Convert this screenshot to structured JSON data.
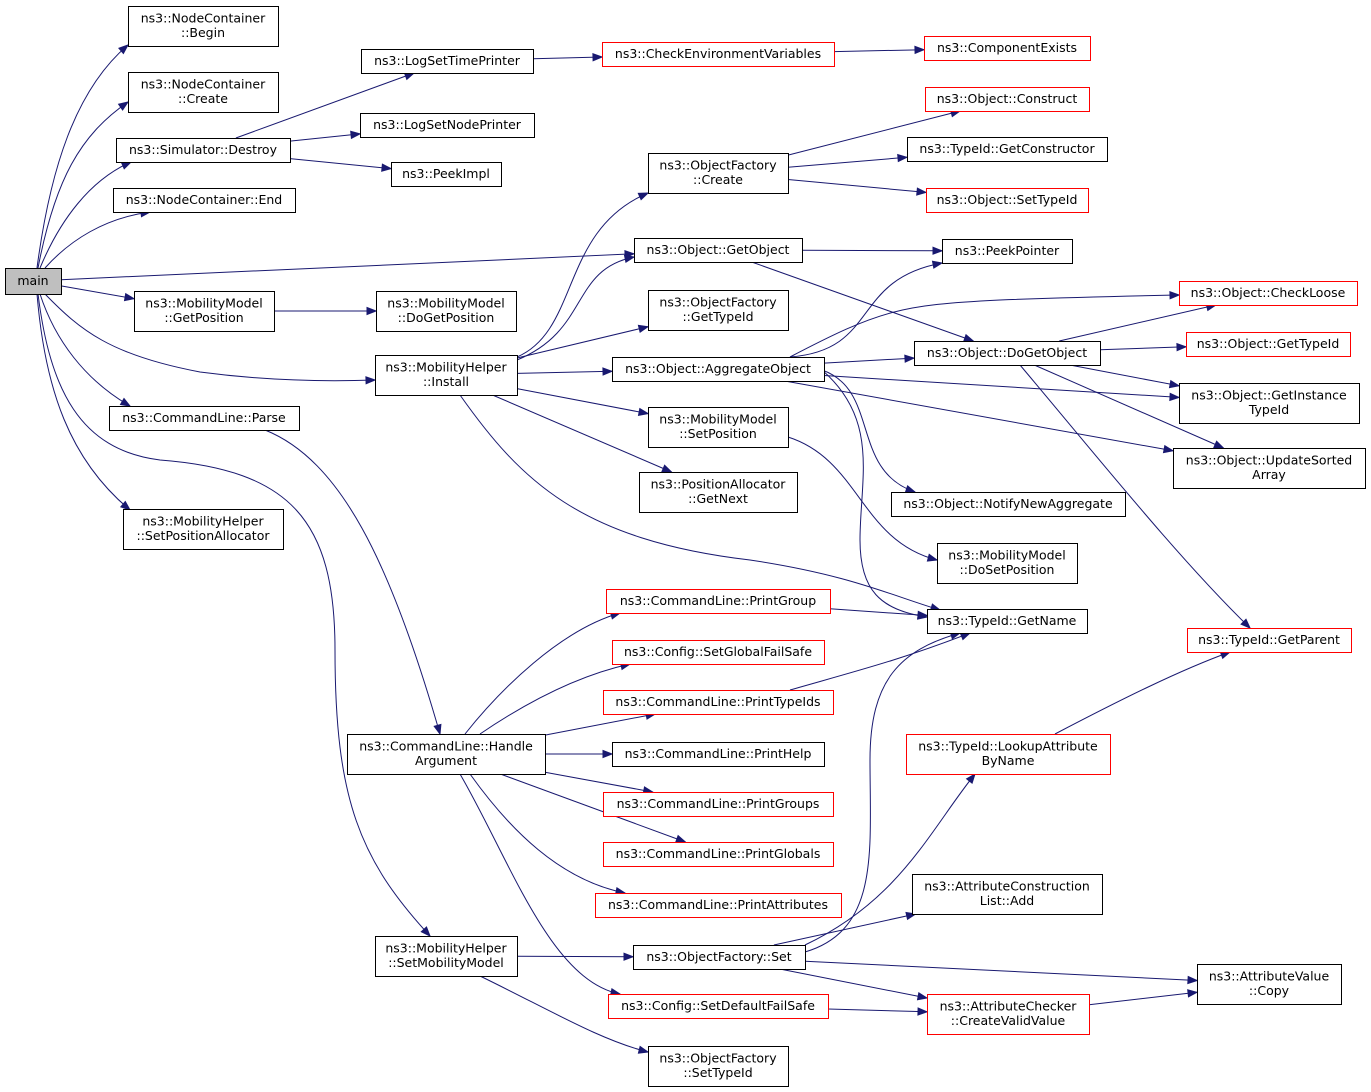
{
  "nodes": {
    "main": {
      "lines": [
        "main"
      ],
      "kind": "root"
    },
    "nc_begin": {
      "lines": [
        "ns3::NodeContainer",
        "::Begin"
      ],
      "kind": "normal"
    },
    "nc_create": {
      "lines": [
        "ns3::NodeContainer",
        "::Create"
      ],
      "kind": "normal"
    },
    "sim_destroy": {
      "lines": [
        "ns3::Simulator::Destroy"
      ],
      "kind": "normal"
    },
    "nc_end": {
      "lines": [
        "ns3::NodeContainer::End"
      ],
      "kind": "normal"
    },
    "mm_getpos": {
      "lines": [
        "ns3::MobilityModel",
        "::GetPosition"
      ],
      "kind": "normal"
    },
    "cl_parse": {
      "lines": [
        "ns3::CommandLine::Parse"
      ],
      "kind": "normal"
    },
    "mh_setposalloc": {
      "lines": [
        "ns3::MobilityHelper",
        "::SetPositionAllocator"
      ],
      "kind": "normal"
    },
    "log_time": {
      "lines": [
        "ns3::LogSetTimePrinter"
      ],
      "kind": "normal"
    },
    "log_node": {
      "lines": [
        "ns3::LogSetNodePrinter"
      ],
      "kind": "normal"
    },
    "peekimpl": {
      "lines": [
        "ns3::PeekImpl"
      ],
      "kind": "normal"
    },
    "check_env": {
      "lines": [
        "ns3::CheckEnvironmentVariables"
      ],
      "kind": "ext"
    },
    "comp_exists": {
      "lines": [
        "ns3::ComponentExists"
      ],
      "kind": "ext"
    },
    "mm_dogetpos": {
      "lines": [
        "ns3::MobilityModel",
        "::DoGetPosition"
      ],
      "kind": "normal"
    },
    "mh_install": {
      "lines": [
        "ns3::MobilityHelper",
        "::Install"
      ],
      "kind": "normal"
    },
    "of_create": {
      "lines": [
        "ns3::ObjectFactory",
        "::Create"
      ],
      "kind": "normal"
    },
    "obj_getobject": {
      "lines": [
        "ns3::Object::GetObject"
      ],
      "kind": "normal"
    },
    "of_gettypeid": {
      "lines": [
        "ns3::ObjectFactory",
        "::GetTypeId"
      ],
      "kind": "normal"
    },
    "obj_aggregate": {
      "lines": [
        "ns3::Object::AggregateObject"
      ],
      "kind": "normal"
    },
    "mm_setpos": {
      "lines": [
        "ns3::MobilityModel",
        "::SetPosition"
      ],
      "kind": "normal"
    },
    "pa_getnext": {
      "lines": [
        "ns3::PositionAllocator",
        "::GetNext"
      ],
      "kind": "normal"
    },
    "obj_construct": {
      "lines": [
        "ns3::Object::Construct"
      ],
      "kind": "ext"
    },
    "tid_getctor": {
      "lines": [
        "ns3::TypeId::GetConstructor"
      ],
      "kind": "normal"
    },
    "obj_settypeid": {
      "lines": [
        "ns3::Object::SetTypeId"
      ],
      "kind": "ext"
    },
    "peekpointer": {
      "lines": [
        "ns3::PeekPointer"
      ],
      "kind": "normal"
    },
    "obj_dogetobject": {
      "lines": [
        "ns3::Object::DoGetObject"
      ],
      "kind": "normal"
    },
    "obj_notify": {
      "lines": [
        "ns3::Object::NotifyNewAggregate"
      ],
      "kind": "normal"
    },
    "mm_dosetpos": {
      "lines": [
        "ns3::MobilityModel",
        "::DoSetPosition"
      ],
      "kind": "normal"
    },
    "obj_checkloose": {
      "lines": [
        "ns3::Object::CheckLoose"
      ],
      "kind": "ext"
    },
    "obj_gettypeid": {
      "lines": [
        "ns3::Object::GetTypeId"
      ],
      "kind": "ext"
    },
    "obj_getinst": {
      "lines": [
        "ns3::Object::GetInstance",
        "TypeId"
      ],
      "kind": "normal"
    },
    "obj_updsorted": {
      "lines": [
        "ns3::Object::UpdateSorted",
        "Array"
      ],
      "kind": "normal"
    },
    "tid_getname": {
      "lines": [
        "ns3::TypeId::GetName"
      ],
      "kind": "normal"
    },
    "tid_getparent": {
      "lines": [
        "ns3::TypeId::GetParent"
      ],
      "kind": "ext"
    },
    "cl_handlearg": {
      "lines": [
        "ns3::CommandLine::Handle",
        "Argument"
      ],
      "kind": "normal"
    },
    "cl_printgroup": {
      "lines": [
        "ns3::CommandLine::PrintGroup"
      ],
      "kind": "ext"
    },
    "cfg_setglobal": {
      "lines": [
        "ns3::Config::SetGlobalFailSafe"
      ],
      "kind": "ext"
    },
    "cl_printtypeids": {
      "lines": [
        "ns3::CommandLine::PrintTypeIds"
      ],
      "kind": "ext"
    },
    "cl_printhelp": {
      "lines": [
        "ns3::CommandLine::PrintHelp"
      ],
      "kind": "normal"
    },
    "cl_printgroups": {
      "lines": [
        "ns3::CommandLine::PrintGroups"
      ],
      "kind": "ext"
    },
    "cl_printglobals": {
      "lines": [
        "ns3::CommandLine::PrintGlobals"
      ],
      "kind": "ext"
    },
    "cl_printattrs": {
      "lines": [
        "ns3::CommandLine::PrintAttributes"
      ],
      "kind": "ext"
    },
    "cfg_setdefault": {
      "lines": [
        "ns3::Config::SetDefaultFailSafe"
      ],
      "kind": "ext"
    },
    "mh_setmobmodel": {
      "lines": [
        "ns3::MobilityHelper",
        "::SetMobilityModel"
      ],
      "kind": "normal"
    },
    "of_set": {
      "lines": [
        "ns3::ObjectFactory::Set"
      ],
      "kind": "normal"
    },
    "of_settypeid": {
      "lines": [
        "ns3::ObjectFactory",
        "::SetTypeId"
      ],
      "kind": "normal"
    },
    "tid_lookupattr": {
      "lines": [
        "ns3::TypeId::LookupAttribute",
        "ByName"
      ],
      "kind": "ext"
    },
    "acl_add": {
      "lines": [
        "ns3::AttributeConstruction",
        "List::Add"
      ],
      "kind": "normal"
    },
    "ac_createvalid": {
      "lines": [
        "ns3::AttributeChecker",
        "::CreateValidValue"
      ],
      "kind": "ext"
    },
    "av_copy": {
      "lines": [
        "ns3::AttributeValue",
        "::Copy"
      ],
      "kind": "normal"
    }
  },
  "edges": [
    [
      "main",
      "nc_begin"
    ],
    [
      "main",
      "nc_create"
    ],
    [
      "main",
      "sim_destroy"
    ],
    [
      "main",
      "nc_end"
    ],
    [
      "main",
      "obj_getobject"
    ],
    [
      "main",
      "mm_getpos"
    ],
    [
      "main",
      "mh_install"
    ],
    [
      "main",
      "cl_parse"
    ],
    [
      "main",
      "mh_setposalloc"
    ],
    [
      "main",
      "mh_setmobmodel"
    ],
    [
      "sim_destroy",
      "log_time"
    ],
    [
      "sim_destroy",
      "log_node"
    ],
    [
      "sim_destroy",
      "peekimpl"
    ],
    [
      "log_time",
      "check_env"
    ],
    [
      "check_env",
      "comp_exists"
    ],
    [
      "mm_getpos",
      "mm_dogetpos"
    ],
    [
      "mh_install",
      "of_create"
    ],
    [
      "mh_install",
      "obj_getobject"
    ],
    [
      "mh_install",
      "of_gettypeid"
    ],
    [
      "mh_install",
      "obj_aggregate"
    ],
    [
      "mh_install",
      "mm_setpos"
    ],
    [
      "mh_install",
      "pa_getnext"
    ],
    [
      "mh_install",
      "tid_getname"
    ],
    [
      "of_create",
      "obj_construct"
    ],
    [
      "of_create",
      "tid_getctor"
    ],
    [
      "of_create",
      "obj_settypeid"
    ],
    [
      "obj_getobject",
      "peekpointer"
    ],
    [
      "obj_getobject",
      "obj_dogetobject"
    ],
    [
      "obj_aggregate",
      "peekpointer"
    ],
    [
      "obj_aggregate",
      "obj_checkloose"
    ],
    [
      "obj_aggregate",
      "obj_dogetobject"
    ],
    [
      "obj_aggregate",
      "obj_getinst"
    ],
    [
      "obj_aggregate",
      "obj_updsorted"
    ],
    [
      "obj_aggregate",
      "obj_notify"
    ],
    [
      "obj_aggregate",
      "tid_getname"
    ],
    [
      "obj_dogetobject",
      "obj_checkloose"
    ],
    [
      "obj_dogetobject",
      "obj_gettypeid"
    ],
    [
      "obj_dogetobject",
      "obj_getinst"
    ],
    [
      "obj_dogetobject",
      "obj_updsorted"
    ],
    [
      "obj_dogetobject",
      "tid_getparent"
    ],
    [
      "mm_setpos",
      "mm_dosetpos"
    ],
    [
      "cl_parse",
      "cl_handlearg"
    ],
    [
      "cl_handlearg",
      "cl_printgroup"
    ],
    [
      "cl_handlearg",
      "cfg_setglobal"
    ],
    [
      "cl_handlearg",
      "cl_printtypeids"
    ],
    [
      "cl_handlearg",
      "cl_printhelp"
    ],
    [
      "cl_handlearg",
      "cl_printgroups"
    ],
    [
      "cl_handlearg",
      "cl_printglobals"
    ],
    [
      "cl_handlearg",
      "cl_printattrs"
    ],
    [
      "cl_handlearg",
      "cfg_setdefault"
    ],
    [
      "cl_printgroup",
      "tid_getname"
    ],
    [
      "cl_printtypeids",
      "tid_getname"
    ],
    [
      "mh_setmobmodel",
      "of_set"
    ],
    [
      "mh_setmobmodel",
      "of_settypeid"
    ],
    [
      "cfg_setdefault",
      "ac_createvalid"
    ],
    [
      "of_set",
      "tid_lookupattr"
    ],
    [
      "of_set",
      "acl_add"
    ],
    [
      "of_set",
      "ac_createvalid"
    ],
    [
      "of_set",
      "av_copy"
    ],
    [
      "of_set",
      "tid_getname"
    ],
    [
      "tid_lookupattr",
      "tid_getparent"
    ],
    [
      "ac_createvalid",
      "av_copy"
    ]
  ]
}
